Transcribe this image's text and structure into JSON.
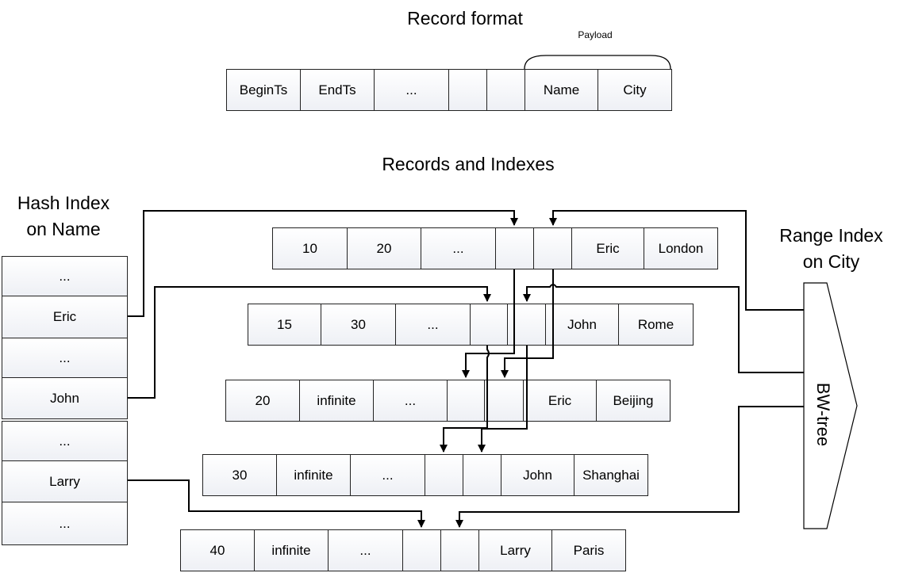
{
  "record_format": {
    "title": "Record format",
    "payload_label": "Payload",
    "fields": [
      "BeginTs",
      "EndTs",
      "...",
      "",
      "",
      "Name",
      "City"
    ]
  },
  "records_title": "Records and Indexes",
  "hash_index": {
    "title_line1": "Hash Index",
    "title_line2": "on Name",
    "entries": [
      "...",
      "Eric",
      "...",
      "John",
      "...",
      "Larry",
      "..."
    ]
  },
  "range_index": {
    "title_line1": "Range Index",
    "title_line2": "on City",
    "label": "BW-tree"
  },
  "records": [
    {
      "begin": "10",
      "end": "20",
      "dots": "...",
      "name": "Eric",
      "city": "London"
    },
    {
      "begin": "15",
      "end": "30",
      "dots": "...",
      "name": "John",
      "city": "Rome"
    },
    {
      "begin": "20",
      "end": "infinite",
      "dots": "...",
      "name": "Eric",
      "city": "Beijing"
    },
    {
      "begin": "30",
      "end": "infinite",
      "dots": "...",
      "name": "John",
      "city": "Shanghai"
    },
    {
      "begin": "40",
      "end": "infinite",
      "dots": "...",
      "name": "Larry",
      "city": "Paris"
    }
  ]
}
